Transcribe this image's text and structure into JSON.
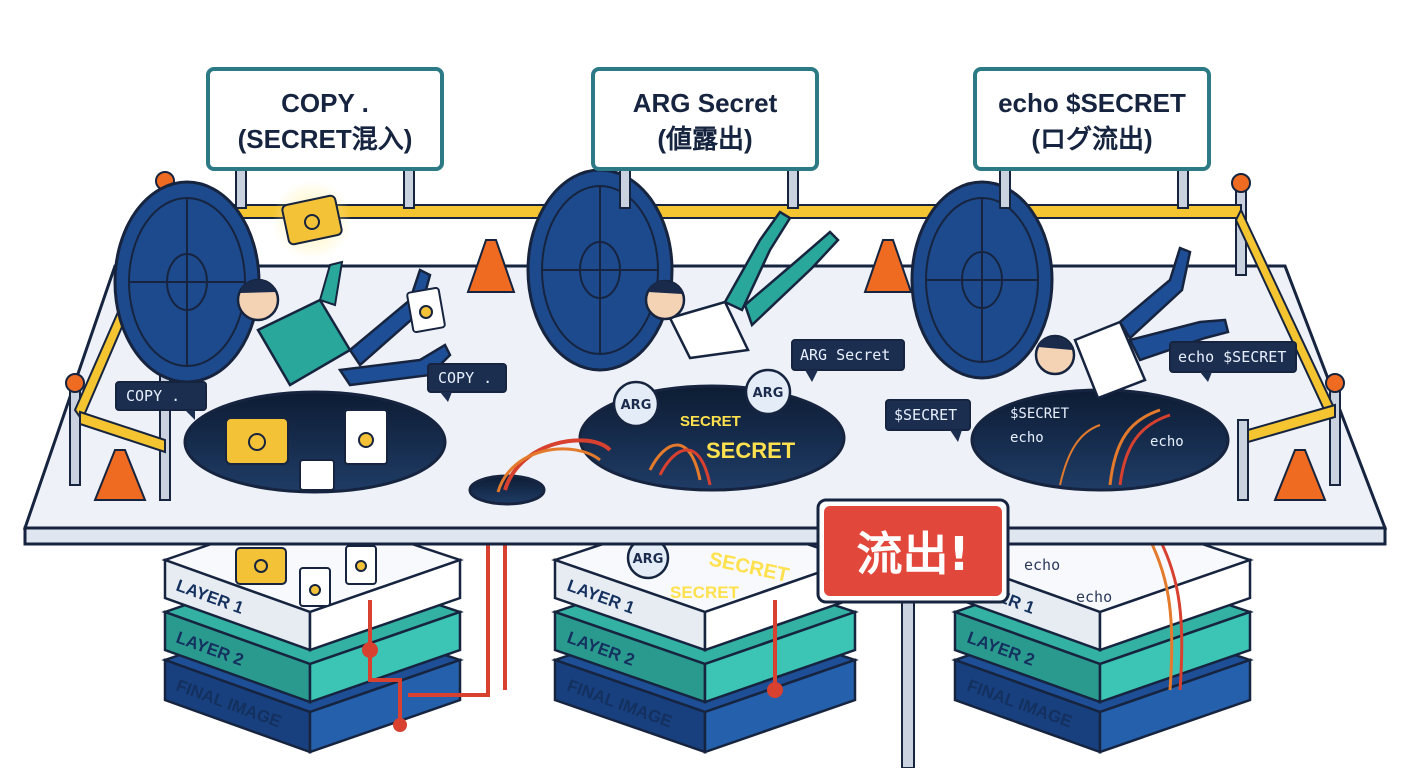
{
  "signs": [
    {
      "line1": "COPY .",
      "line2": "(SECRET混入)"
    },
    {
      "line1": "ARG Secret",
      "line2": "(値露出)"
    },
    {
      "line1": "echo $SECRET",
      "line2": "(ログ流出)"
    }
  ],
  "bubbles": {
    "copy_left": "COPY .",
    "copy_right": "COPY .",
    "arg": "ARG Secret",
    "secret_var": "$SECRET",
    "echo_right": "echo $SECRET"
  },
  "hole_labels": {
    "arg_secret_small": "SECRET",
    "arg_secret_big": "SECRET",
    "arg_stamp_1": "ARG",
    "arg_stamp_2": "ARG",
    "echo_secret": "$SECRET",
    "echo_1": "echo",
    "echo_2": "echo"
  },
  "stack_labels": {
    "arg_stamp": "ARG",
    "arg_secret_1": "SECRET",
    "arg_secret_2": "SECRET",
    "echo_1": "echo",
    "echo_2": "echo"
  },
  "layers": [
    "LAYER 1",
    "LAYER 2",
    "FINAL IMAGE"
  ],
  "leak_sign": "流出!",
  "colors": {
    "navy": "#1b3f7a",
    "teal": "#2aa79b",
    "warning_red": "#e2473b",
    "tape_yellow": "#f4c431",
    "cone_orange": "#ef6b21",
    "pipe_red": "#d8402f"
  }
}
